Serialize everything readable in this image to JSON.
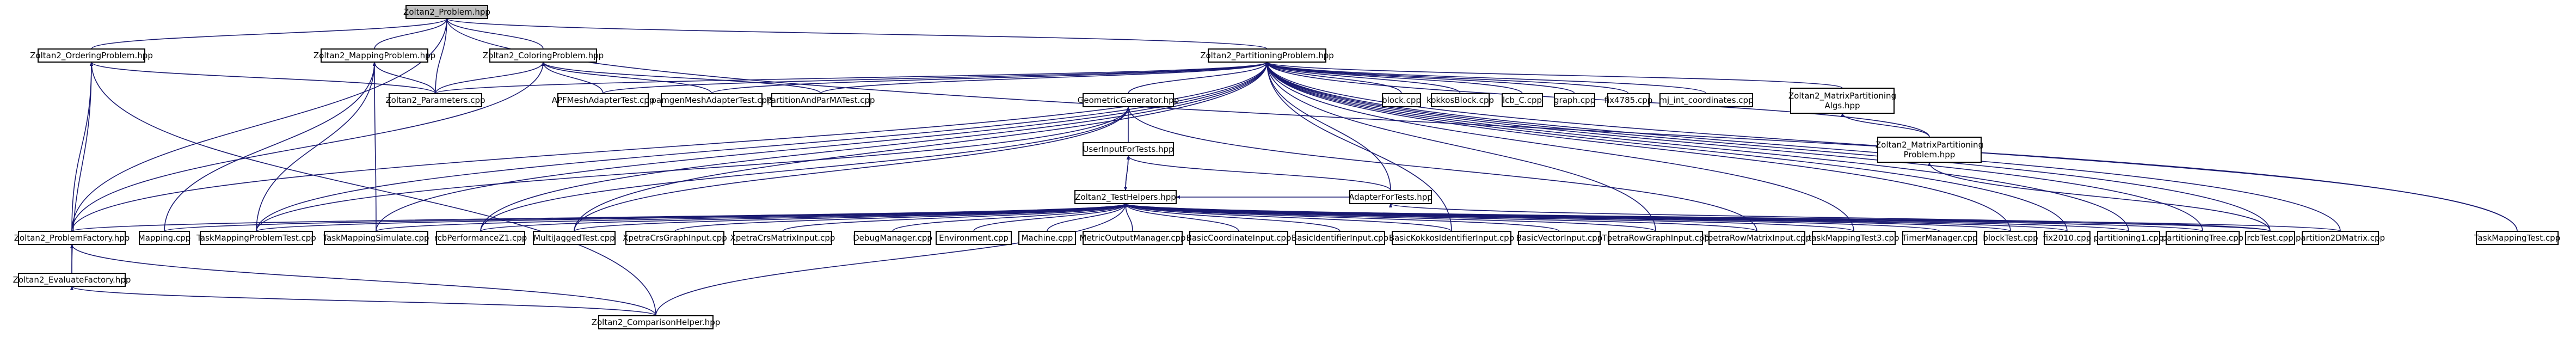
{
  "graph": {
    "title": "Zoltan2_Problem.hpp",
    "colors": {
      "edge": "#191970",
      "root_fill": "#bfbfbf",
      "node_fill": "#ffffff",
      "border": "#000000"
    },
    "nodes": {
      "problem": "Zoltan2_Problem.hpp",
      "ordering": "Zoltan2_OrderingProblem.hpp",
      "mapping": "Zoltan2_MappingProblem.hpp",
      "coloring": "Zoltan2_ColoringProblem.hpp",
      "partitioning": "Zoltan2_PartitioningProblem.hpp",
      "parameters": "Zoltan2_Parameters.cpp",
      "apf": "APFMeshAdapterTest.cpp",
      "pamgen": "pamgenMeshAdapterTest.cpp",
      "partandparma": "PartitionAndParMATest.cpp",
      "geomgen": "GeometricGenerator.hpp",
      "block": "block.cpp",
      "kokkosblock": "kokkosBlock.cpp",
      "lcb_c": "lcb_C.cpp",
      "graph": "graph.cpp",
      "fix4785": "fix4785.cpp",
      "mj_int": "mj_int_coordinates.cpp",
      "matrixalgs": "Zoltan2_MatrixPartitioning\nAlgs.hpp",
      "matrixprob": "Zoltan2_MatrixPartitioning\nProblem.hpp",
      "userinput": "UserInputForTests.hpp",
      "testhelpers": "Zoltan2_TestHelpers.hpp",
      "adapterfortests": "AdapterForTests.hpp",
      "problemfactory": "Zoltan2_ProblemFactory.hpp",
      "evaluatefactory": "Zoltan2_EvaluateFactory.hpp",
      "comparisonhelper": "Zoltan2_ComparisonHelper.hpp",
      "mappingcpp": "Mapping.cpp",
      "taskmappingproblem": "TaskMappingProblemTest.cpp",
      "taskmappingsim": "TaskMappingSimulate.cpp",
      "rcbperf": "rcbPerformanceZ1.cpp",
      "multijagged": "MultiJaggedTest.cpp",
      "xpetracrsgraph": "XpetraCrsGraphInput.cpp",
      "xpetracrsmatrix": "XpetraCrsMatrixInput.cpp",
      "debugmanager": "DebugManager.cpp",
      "environment": "Environment.cpp",
      "machine": "Machine.cpp",
      "metricoutput": "MetricOutputManager.cpp",
      "basiccoord": "BasicCoordinateInput.cpp",
      "basicident": "BasicIdentifierInput.cpp",
      "basickokkos": "BasicKokkosIdentifierInput.cpp",
      "basicvector": "BasicVectorInput.cpp",
      "tpetrarowgraph": "TpetraRowGraphInput.cpp",
      "tpetrarowmatrix": "TpetraRowMatrixInput.cpp",
      "taskmapping3": "taskMappingTest3.cpp",
      "timermanager": "TimerManager.cpp",
      "blocktest": "blockTest.cpp",
      "fix2010": "fix2010.cpp",
      "partitioning1": "partitioning1.cpp",
      "partitioningtree": "partitioningTree.cpp",
      "rcbtest": "rcbTest.cpp",
      "partition2dmatrix": "partition2DMatrix.cpp",
      "taskmappingtest": "TaskMappingTest.cpp"
    }
  }
}
